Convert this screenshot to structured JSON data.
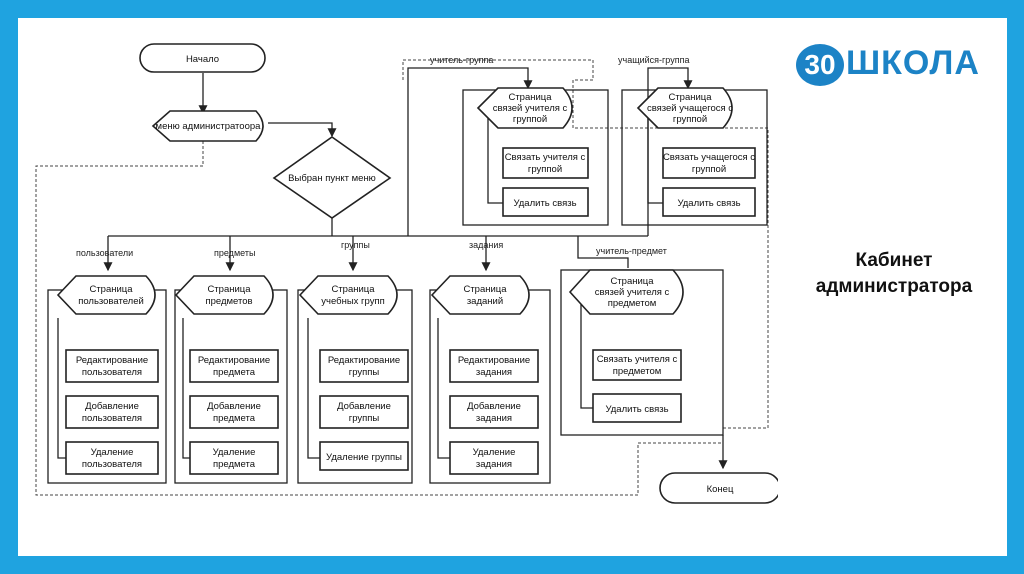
{
  "logo": {
    "number": "30",
    "text": "ШКОЛА"
  },
  "title": {
    "line1": "Кабинет",
    "line2": "администратора"
  },
  "nodes": {
    "start": "Начало",
    "admin_menu": "меню администратоора",
    "decision": "Выбран пункт меню",
    "end": "Конец",
    "users_page": [
      "Страница",
      "пользователей"
    ],
    "users_edit": [
      "Редактирование",
      "пользователя"
    ],
    "users_add": [
      "Добавление",
      "пользователя"
    ],
    "users_del": [
      "Удаление",
      "пользователя"
    ],
    "subj_page": [
      "Страница",
      "предметов"
    ],
    "subj_edit": [
      "Редактирование",
      "предмета"
    ],
    "subj_add": [
      "Добавление",
      "предмета"
    ],
    "subj_del": [
      "Удаление",
      "предмета"
    ],
    "grp_page": [
      "Страница",
      "учебных групп"
    ],
    "grp_edit": [
      "Редактирование",
      "группы"
    ],
    "grp_add": [
      "Добавление",
      "группы"
    ],
    "grp_del": "Удаление группы",
    "task_page": [
      "Страница",
      "заданий"
    ],
    "task_edit": [
      "Редактирование",
      "задания"
    ],
    "task_add": [
      "Добавление",
      "задания"
    ],
    "task_del": [
      "Удаление",
      "задания"
    ],
    "ts_page": [
      "Страница",
      "связей учителя с",
      "предметом"
    ],
    "ts_link": [
      "Связать учителя с",
      "предметом"
    ],
    "ts_unlink": "Удалить связь",
    "tg_page": [
      "Страница",
      "связей учителя с",
      "группой"
    ],
    "tg_link": [
      "Связать учителя с",
      "группой"
    ],
    "tg_unlink": "Удалить связь",
    "sg_page": [
      "Страница",
      "связей учащегося с",
      "группой"
    ],
    "sg_link": [
      "Связать учащегося с",
      "группой"
    ],
    "sg_unlink": "Удалить связь"
  },
  "edge_labels": {
    "users": "пользователи",
    "subjects": "предметы",
    "groups": "группы",
    "tasks": "задания",
    "teacher_subject": "учитель-предмет",
    "teacher_group": "учитель-группа",
    "student_group": "учащийся-группа"
  }
}
